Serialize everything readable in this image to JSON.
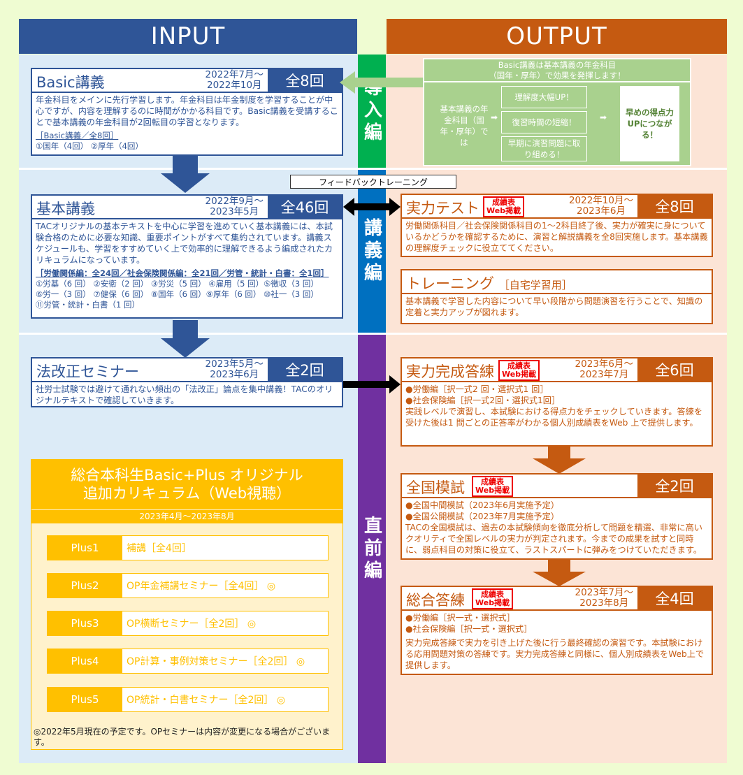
{
  "headers": {
    "input": "INPUT",
    "output": "OUTPUT"
  },
  "phases": {
    "intro": "導入編",
    "lecture": "講義編",
    "final": "直前編"
  },
  "colors": {
    "input": "#2f5597",
    "output": "#c55a11",
    "intro": "#00b050",
    "lecture": "#0070c0",
    "final": "#7030a0",
    "plus": "#ffc000"
  },
  "feedback_label": "フィードバックトレーニング",
  "web_badge": {
    "line1": "成績表",
    "line2": "Web掲載"
  },
  "basic": {
    "title": "Basic講義",
    "date1": "2022年7月～",
    "date2": "2022年10月",
    "count": "全8回",
    "desc": "年金科目をメインに先行学習します。年金科目は年金制度を学習することが中心ですが、内容を理解するのに時間がかかる科目です。Basic講義を受講することで基本講義の年金科目が2回転目の学習となります。",
    "sub_title": "［Basic講義／全8回］",
    "sub_items": "①国年（4回） ②厚年（4回）"
  },
  "basic_effect": {
    "title1": "Basic講義は基本講義の年金科目",
    "title2": "（国年・厚年）で効果を発揮します！",
    "left": "基本講義の年金科目（国年・厚年）では",
    "items": [
      "理解度大幅UP！",
      "復習時間の短縮！",
      "早期に演習問題に取り組める！"
    ],
    "result": "早めの得点力UPにつながる！"
  },
  "kihon": {
    "title": "基本講義",
    "date1": "2022年9月～",
    "date2": "2023年5月",
    "count": "全46回",
    "desc": "TACオリジナルの基本テキストを中心に学習を進めていく基本講義には、本試験合格のために必要な知識、重要ポイントがすべて集約されています。講義スケジュールも、学習をすすめていく上で効率的に理解できるよう編成されたカリキュラムになっています。",
    "sub_title": "［労働関係編：全24回／社会保険関係編：全21回／労管・統計・白書：全1回］",
    "sub_lines": [
      "①労基（6 回） ②安衛（2 回） ③労災（5 回） ④雇用（5 回）⑤徴収（3 回）",
      "⑥労一（3 回） ⑦健保（6 回） ⑧国年（6 回）⑨厚年（6 回） ⑩社一（3 回）",
      "⑪労管・統計・白書（1 回）"
    ]
  },
  "jitsuryoku": {
    "title": "実力テスト",
    "date1": "2022年10月～",
    "date2": "2023年6月",
    "count": "全8回",
    "desc": "労働関係科目／社会保険関係科目の1～2科目終了後、実力が確実に身についているかどうかを確認するために、演習と解説講義を全8回実施します。基本講義の理解度チェックに役立ててください。"
  },
  "training": {
    "title": "トレーニング",
    "tag": "［自宅学習用］",
    "desc": "基本講義で学習した内容について早い段階から問題演習を行うことで、知識の定着と実力アップが図れます。"
  },
  "hokaisei": {
    "title": "法改正セミナー",
    "date1": "2023年5月～",
    "date2": "2023年6月",
    "count": "全2回",
    "desc": "社労士試験では避けて通れない頻出の「法改正」論点を集中講義！TACのオリジナルテキストで確認していきます。"
  },
  "kansei": {
    "title": "実力完成答練",
    "date1": "2023年6月～",
    "date2": "2023年7月",
    "count": "全6回",
    "items": [
      "●労働編［択一式2 回・選択式1 回］",
      "●社会保険編［択一式2回・選択式1回］"
    ],
    "desc": "実践レベルで演習し、本試験における得点力をチェックしていきます。答練を受けた後は1 問ごとの正答率がわかる個人別成績表をWeb 上で提供します。"
  },
  "moshi": {
    "title": "全国模試",
    "count": "全2回",
    "items": [
      "●全国中間模試（2023年6月実施予定）",
      "●全国公開模試（2023年7月実施予定）"
    ],
    "desc": "TACの全国模試は、過去の本試験傾向を徹底分析して問題を精選、非常に高いクオリティで全国レベルの実力が判定されます。今までの成果を試すと同時に、弱点科目の対策に役立て、ラストスパートに弾みをつけていただきます。"
  },
  "sogo": {
    "title": "総合答練",
    "date1": "2023年7月～",
    "date2": "2023年8月",
    "count": "全4回",
    "items": [
      "●労働編［択一式・選択式］",
      "●社会保険編［択一式・選択式］"
    ],
    "desc": "実力完成答練で実力を引き上げた後に行う最終確認の演習です。本試験における応用問題対策の答練です。実力完成答練と同様に、個人別成績表をWeb上で提供します。"
  },
  "plus": {
    "title1": "総合本科生Basic+Plus オリジナル",
    "title2": "追加カリキュラム（Web視聴）",
    "period": "2023年4月～2023年8月",
    "items": [
      {
        "k": "Plus1",
        "v": "補講［全4回］"
      },
      {
        "k": "Plus2",
        "v": "OP年金補講セミナー［全4回］ ◎"
      },
      {
        "k": "Plus3",
        "v": "OP横断セミナー［全2回］ ◎"
      },
      {
        "k": "Plus4",
        "v": "OP計算・事例対策セミナー［全2回］ ◎"
      },
      {
        "k": "Plus5",
        "v": "OP統計・白書セミナー［全2回］ ◎"
      }
    ],
    "note": "◎2022年5月現在の予定です。OPセミナーは内容が変更になる場合がございます。"
  }
}
